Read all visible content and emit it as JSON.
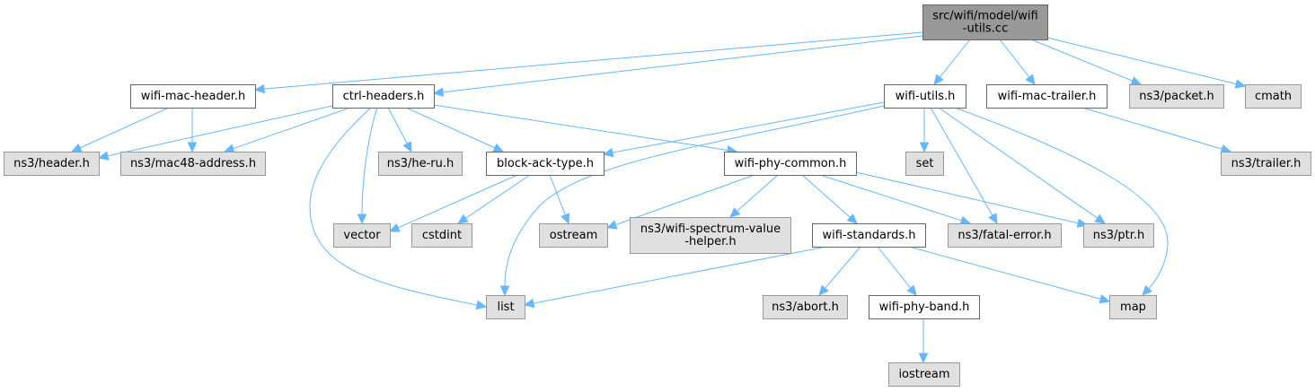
{
  "diagram": {
    "type": "include-dependency-graph",
    "colors": {
      "edge": "#63b8ff",
      "root_fill": "#999999",
      "root_border": "#666666",
      "local_fill": "#ffffff",
      "local_border": "#666666",
      "external_fill": "#e0e0e0",
      "external_border": "#999999"
    },
    "nodes": [
      {
        "id": "root",
        "lines": [
          "src/wifi/model/wifi",
          "-utils.cc"
        ],
        "kind": "root"
      },
      {
        "id": "wifi-mac-header",
        "lines": [
          "wifi-mac-header.h"
        ],
        "kind": "local"
      },
      {
        "id": "ctrl-headers",
        "lines": [
          "ctrl-headers.h"
        ],
        "kind": "local"
      },
      {
        "id": "wifi-utils-h",
        "lines": [
          "wifi-utils.h"
        ],
        "kind": "local"
      },
      {
        "id": "wifi-mac-trailer",
        "lines": [
          "wifi-mac-trailer.h"
        ],
        "kind": "local"
      },
      {
        "id": "ns3-packet",
        "lines": [
          "ns3/packet.h"
        ],
        "kind": "external"
      },
      {
        "id": "cmath",
        "lines": [
          "cmath"
        ],
        "kind": "external"
      },
      {
        "id": "ns3-header",
        "lines": [
          "ns3/header.h"
        ],
        "kind": "external"
      },
      {
        "id": "ns3-mac48",
        "lines": [
          "ns3/mac48-address.h"
        ],
        "kind": "external"
      },
      {
        "id": "ns3-he-ru",
        "lines": [
          "ns3/he-ru.h"
        ],
        "kind": "external"
      },
      {
        "id": "block-ack-type",
        "lines": [
          "block-ack-type.h"
        ],
        "kind": "local"
      },
      {
        "id": "wifi-phy-common",
        "lines": [
          "wifi-phy-common.h"
        ],
        "kind": "local"
      },
      {
        "id": "set",
        "lines": [
          "set"
        ],
        "kind": "external"
      },
      {
        "id": "ns3-trailer",
        "lines": [
          "ns3/trailer.h"
        ],
        "kind": "external"
      },
      {
        "id": "vector",
        "lines": [
          "vector"
        ],
        "kind": "external"
      },
      {
        "id": "cstdint",
        "lines": [
          "cstdint"
        ],
        "kind": "external"
      },
      {
        "id": "ostream",
        "lines": [
          "ostream"
        ],
        "kind": "external"
      },
      {
        "id": "ns3-wifi-spectrum",
        "lines": [
          "ns3/wifi-spectrum-value",
          "-helper.h"
        ],
        "kind": "external"
      },
      {
        "id": "wifi-standards",
        "lines": [
          "wifi-standards.h"
        ],
        "kind": "local"
      },
      {
        "id": "ns3-fatal-error",
        "lines": [
          "ns3/fatal-error.h"
        ],
        "kind": "external"
      },
      {
        "id": "ns3-ptr",
        "lines": [
          "ns3/ptr.h"
        ],
        "kind": "external"
      },
      {
        "id": "list",
        "lines": [
          "list"
        ],
        "kind": "external"
      },
      {
        "id": "ns3-abort",
        "lines": [
          "ns3/abort.h"
        ],
        "kind": "external"
      },
      {
        "id": "wifi-phy-band",
        "lines": [
          "wifi-phy-band.h"
        ],
        "kind": "local"
      },
      {
        "id": "map",
        "lines": [
          "map"
        ],
        "kind": "external"
      },
      {
        "id": "iostream",
        "lines": [
          "iostream"
        ],
        "kind": "external"
      }
    ],
    "edges": [
      {
        "from": "root",
        "to": "wifi-mac-header"
      },
      {
        "from": "root",
        "to": "ctrl-headers"
      },
      {
        "from": "root",
        "to": "wifi-utils-h"
      },
      {
        "from": "root",
        "to": "wifi-mac-trailer"
      },
      {
        "from": "root",
        "to": "ns3-packet"
      },
      {
        "from": "root",
        "to": "cmath"
      },
      {
        "from": "wifi-mac-header",
        "to": "ns3-header"
      },
      {
        "from": "wifi-mac-header",
        "to": "ns3-mac48"
      },
      {
        "from": "ctrl-headers",
        "to": "ns3-header"
      },
      {
        "from": "ctrl-headers",
        "to": "ns3-mac48"
      },
      {
        "from": "ctrl-headers",
        "to": "ns3-he-ru"
      },
      {
        "from": "ctrl-headers",
        "to": "block-ack-type"
      },
      {
        "from": "ctrl-headers",
        "to": "wifi-phy-common"
      },
      {
        "from": "ctrl-headers",
        "to": "vector"
      },
      {
        "from": "ctrl-headers",
        "to": "list"
      },
      {
        "from": "wifi-utils-h",
        "to": "block-ack-type"
      },
      {
        "from": "wifi-utils-h",
        "to": "list"
      },
      {
        "from": "wifi-utils-h",
        "to": "set"
      },
      {
        "from": "wifi-utils-h",
        "to": "ns3-fatal-error"
      },
      {
        "from": "wifi-utils-h",
        "to": "ns3-ptr"
      },
      {
        "from": "wifi-utils-h",
        "to": "map"
      },
      {
        "from": "wifi-mac-trailer",
        "to": "ns3-trailer"
      },
      {
        "from": "block-ack-type",
        "to": "vector"
      },
      {
        "from": "block-ack-type",
        "to": "cstdint"
      },
      {
        "from": "block-ack-type",
        "to": "ostream"
      },
      {
        "from": "wifi-phy-common",
        "to": "ostream"
      },
      {
        "from": "wifi-phy-common",
        "to": "ns3-wifi-spectrum"
      },
      {
        "from": "wifi-phy-common",
        "to": "wifi-standards"
      },
      {
        "from": "wifi-phy-common",
        "to": "ns3-fatal-error"
      },
      {
        "from": "wifi-phy-common",
        "to": "ns3-ptr"
      },
      {
        "from": "wifi-standards",
        "to": "list"
      },
      {
        "from": "wifi-standards",
        "to": "ns3-abort"
      },
      {
        "from": "wifi-standards",
        "to": "wifi-phy-band"
      },
      {
        "from": "wifi-standards",
        "to": "map"
      },
      {
        "from": "wifi-phy-band",
        "to": "iostream"
      }
    ]
  }
}
